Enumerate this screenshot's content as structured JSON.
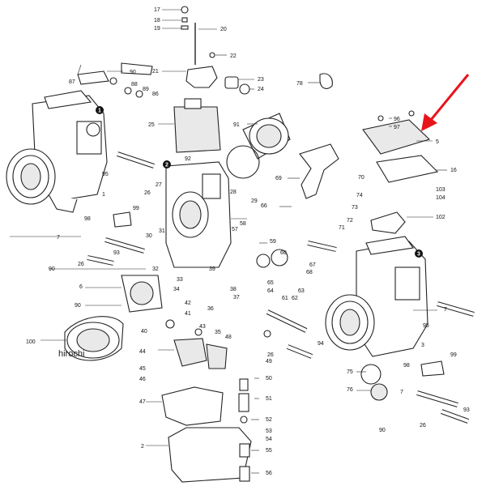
{
  "watermark": "hirochi",
  "accent_color": "#e8141b",
  "callout_labels": [
    "1",
    "2",
    "3",
    "5",
    "6",
    "7",
    "16",
    "17",
    "18",
    "19",
    "20",
    "21",
    "22",
    "23",
    "24",
    "25",
    "26",
    "27",
    "28",
    "29",
    "30",
    "31",
    "32",
    "33",
    "34",
    "35",
    "36",
    "37",
    "38",
    "39",
    "40",
    "41",
    "42",
    "43",
    "44",
    "45",
    "46",
    "47",
    "48",
    "49",
    "50",
    "51",
    "52",
    "53",
    "54",
    "55",
    "56",
    "57",
    "58",
    "59",
    "60",
    "61",
    "62",
    "63",
    "64",
    "65",
    "66",
    "67",
    "68",
    "69",
    "70",
    "71",
    "72",
    "73",
    "74",
    "75",
    "76",
    "78",
    "86",
    "87",
    "88",
    "89",
    "90",
    "91",
    "92",
    "93",
    "94",
    "95",
    "96",
    "97",
    "98",
    "99",
    "100",
    "102",
    "103",
    "104"
  ],
  "badges": [
    "1",
    "2",
    "3"
  ],
  "arrow": "pointer-arrow-to-part-5"
}
